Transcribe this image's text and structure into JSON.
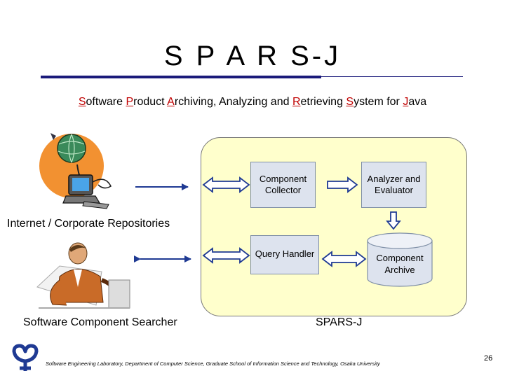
{
  "slide": {
    "title": "S P A R S-J",
    "subtitle": [
      {
        "text": "S",
        "highlight": true
      },
      {
        "text": "oftware ",
        "highlight": false
      },
      {
        "text": "P",
        "highlight": true
      },
      {
        "text": "roduct ",
        "highlight": false
      },
      {
        "text": "A",
        "highlight": true
      },
      {
        "text": "rchiving, Analyzing and ",
        "highlight": false
      },
      {
        "text": "R",
        "highlight": true
      },
      {
        "text": "etrieving ",
        "highlight": false
      },
      {
        "text": "S",
        "highlight": true
      },
      {
        "text": "ystem for ",
        "highlight": false
      },
      {
        "text": "J",
        "highlight": true
      },
      {
        "text": "ava",
        "highlight": false
      }
    ],
    "highlight_color": "#c00000",
    "footer": "Software Engineering Laboratory, Department of Computer Science, Graduate School of Information Science and Technology, Osaka University",
    "page_number": "26"
  },
  "diagram": {
    "components": {
      "collector_line1": "Component",
      "collector_line2": "Collector",
      "analyzer_line1": "Analyzer and",
      "analyzer_line2": "Evaluator",
      "query_handler": "Query Handler",
      "archive_line1": "Component",
      "archive_line2": "Archive"
    },
    "labels": {
      "internet": "Internet / Corporate Repositories",
      "searcher": "Software Component Searcher",
      "system": "SPARS-J"
    },
    "colors": {
      "system_box": "#ffffcc",
      "component_fill": "#dde3ee",
      "component_border": "#7f8fa6",
      "arrow": "#1f3a93"
    },
    "icons": [
      "globe-computer-icon",
      "person-computer-icon",
      "university-logo-icon"
    ]
  }
}
